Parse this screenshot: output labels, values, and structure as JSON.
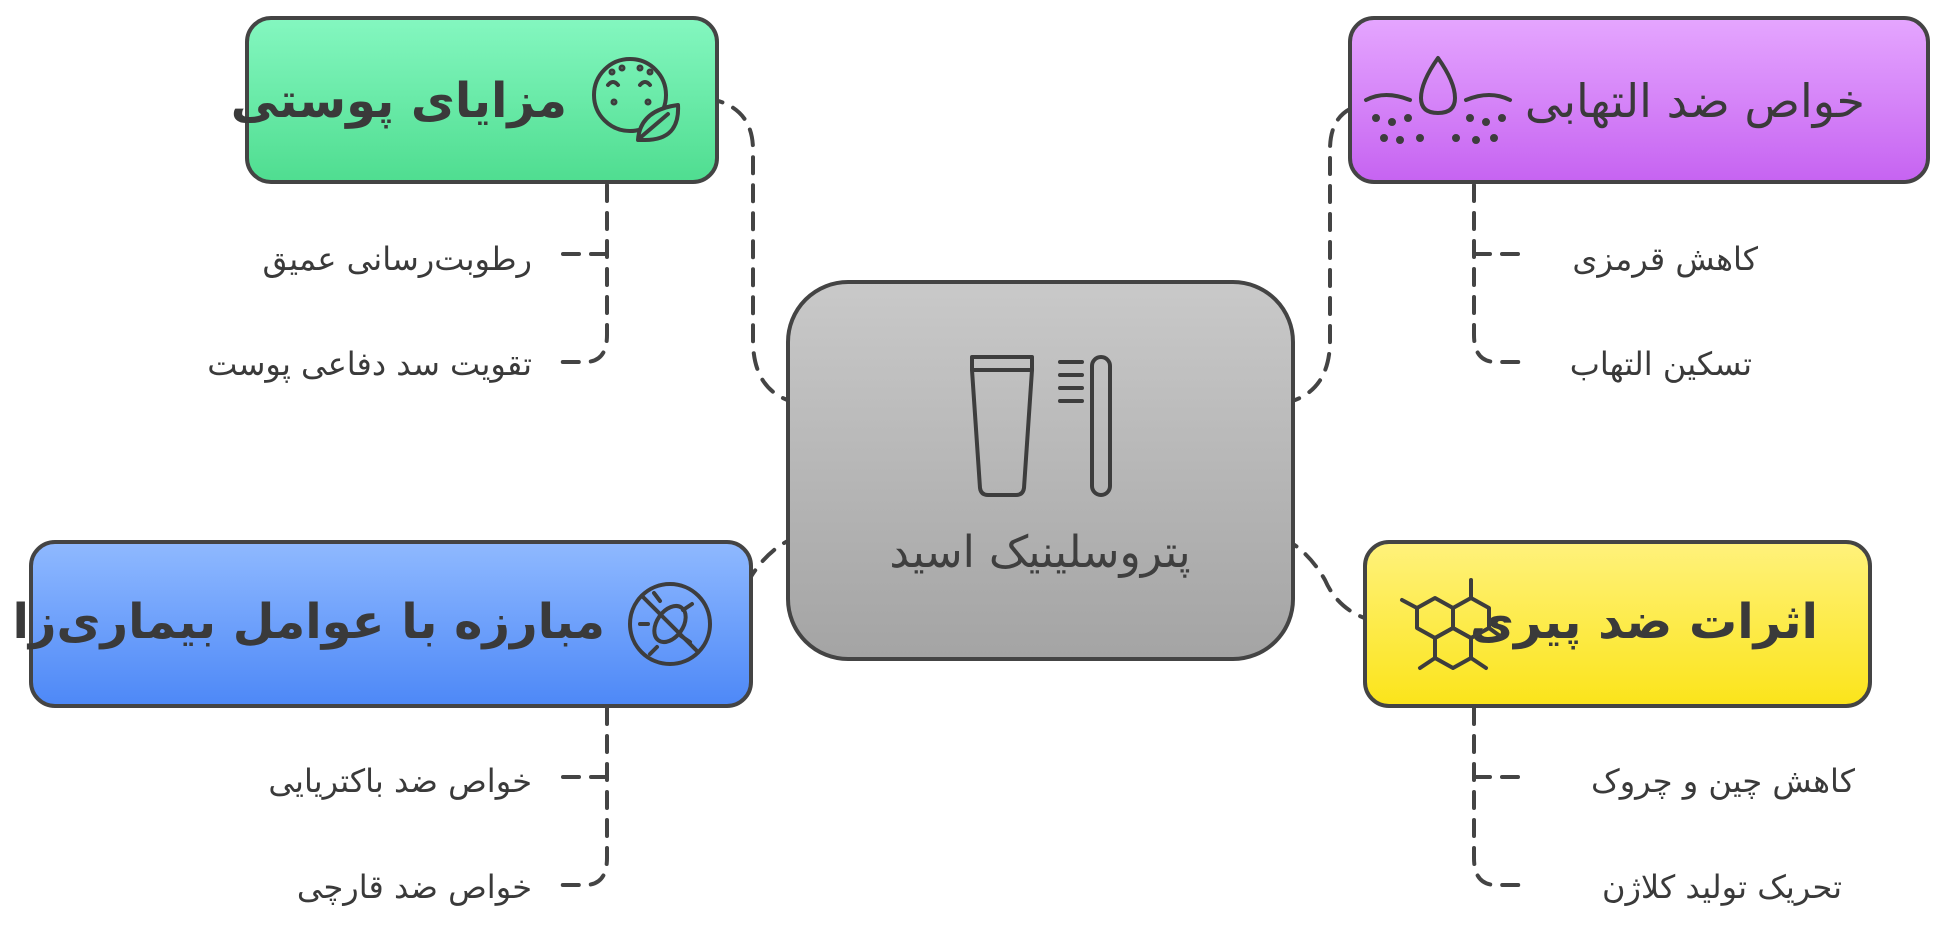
{
  "center": {
    "title": "پتروسلینیک اسید",
    "icon": "cosmetic-tube-and-brush-icon"
  },
  "branches": {
    "skin": {
      "title": "مزایای پوستی",
      "icon": "skin-face-leaf-icon",
      "color": "#5fe0a0",
      "items": [
        "رطوبت‌رسانی عمیق",
        "تقویت سد دفاعی پوست"
      ]
    },
    "pathogen": {
      "title": "مبارزه با عوامل بیماری‌زا",
      "icon": "no-bacteria-icon",
      "color": "#5b93f5",
      "items": [
        "خواص ضد باکتریایی",
        "خواص ضد قارچی"
      ]
    },
    "inflammation": {
      "title": "خواص ضد التهابی",
      "icon": "skin-drop-icon",
      "color": "#cf76f3",
      "items": [
        "کاهش قرمزی",
        "تسکین التهاب"
      ]
    },
    "antiaging": {
      "title": "اثرات ضد پیری",
      "icon": "molecule-icon",
      "color": "#fbe81f",
      "items": [
        "کاهش چین و چروک",
        "تحریک تولید کلاژن"
      ]
    }
  }
}
